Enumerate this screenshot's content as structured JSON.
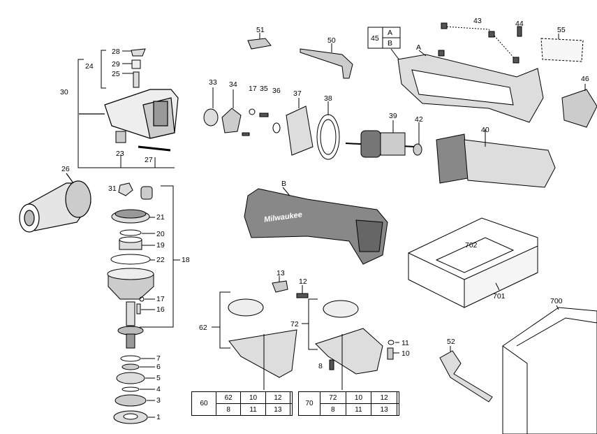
{
  "labels": {
    "p1": "1",
    "p3": "3",
    "p4": "4",
    "p5": "5",
    "p6": "6",
    "p7": "7",
    "p8": "8",
    "p10": "10",
    "p11": "11",
    "p12": "12",
    "p13": "13",
    "p16": "16",
    "p17a": "17",
    "p17b": "17",
    "p18": "18",
    "p19": "19",
    "p20": "20",
    "p21": "21",
    "p22": "22",
    "p23": "23",
    "p24": "24",
    "p25": "25",
    "p26": "26",
    "p27": "27",
    "p28": "28",
    "p29": "29",
    "p30": "30",
    "p31": "31",
    "p33": "33",
    "p34": "34",
    "p35": "35",
    "p36": "36",
    "p37": "37",
    "p38": "38",
    "p39": "39",
    "p40": "40",
    "p42": "42",
    "p43": "43",
    "p44": "44",
    "p45": "45",
    "pA": "A",
    "pB": "B",
    "pA2": "A",
    "pB2": "B",
    "p46": "46",
    "p50": "50",
    "p51": "51",
    "p52": "52",
    "p55": "55",
    "p62": "62",
    "p72": "72",
    "p700": "700",
    "p701": "701",
    "p702": "702"
  },
  "table60": {
    "id": "60",
    "r1": [
      "62",
      "10",
      "12",
      ""
    ],
    "r2": [
      "8",
      "11",
      "13",
      ""
    ]
  },
  "table70": {
    "id": "70",
    "r1": [
      "72",
      "10",
      "12",
      ""
    ],
    "r2": [
      "8",
      "11",
      "13",
      ""
    ]
  },
  "brand_text": "Milwaukee",
  "colors": {
    "line": "#000000",
    "shade": "#555555"
  }
}
